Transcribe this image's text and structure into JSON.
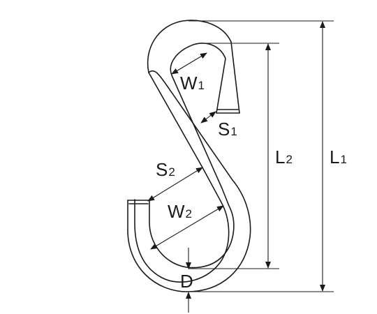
{
  "labels": {
    "w1": {
      "main": "W",
      "sub": "1"
    },
    "s1": {
      "main": "S",
      "sub": "1"
    },
    "s2": {
      "main": "S",
      "sub": "2"
    },
    "w2": {
      "main": "W",
      "sub": "2"
    },
    "l2": {
      "main": "L",
      "sub": "2"
    },
    "l1": {
      "main": "L",
      "sub": "1"
    },
    "d": {
      "main": "D"
    }
  },
  "colors": {
    "line": "#1a1a1a",
    "background": "#ffffff"
  }
}
